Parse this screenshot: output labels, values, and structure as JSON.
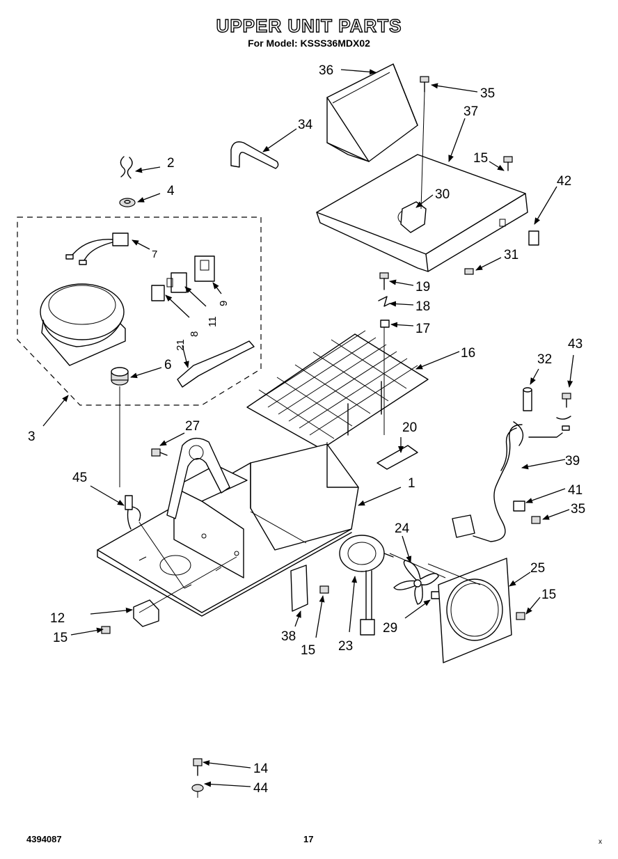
{
  "title": "UPPER UNIT PARTS",
  "subtitle": "For Model: KSSS36MDX02",
  "footer": {
    "doc_number": "4394087",
    "page_number": "17",
    "mark": "x"
  },
  "callouts": [
    "1",
    "2",
    "3",
    "4",
    "6",
    "7",
    "8",
    "9",
    "11",
    "12",
    "14",
    "15",
    "16",
    "17",
    "18",
    "19",
    "20",
    "21",
    "23",
    "24",
    "25",
    "27",
    "29",
    "30",
    "31",
    "32",
    "34",
    "35",
    "36",
    "37",
    "38",
    "39",
    "41",
    "42",
    "43",
    "44",
    "45"
  ]
}
